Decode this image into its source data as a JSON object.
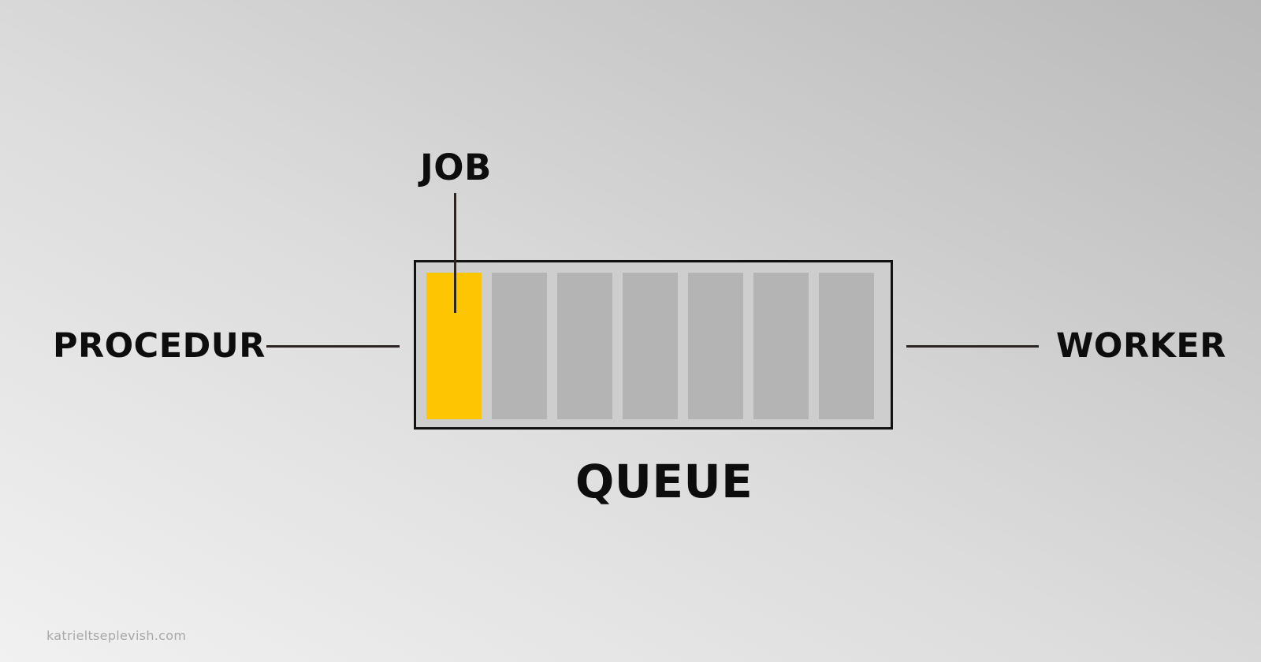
{
  "diagram": {
    "labels": {
      "job": "JOB",
      "producer": "PROCEDUR",
      "queue": "QUEUE",
      "worker": "WORKER"
    },
    "queue_slots": [
      {
        "state": "filled",
        "color": "#fec503"
      },
      {
        "state": "empty",
        "color": "#b4b4b4"
      },
      {
        "state": "empty",
        "color": "#b4b4b4"
      },
      {
        "state": "empty",
        "color": "#b4b4b4"
      },
      {
        "state": "empty",
        "color": "#b4b4b4"
      },
      {
        "state": "empty",
        "color": "#b4b4b4"
      },
      {
        "state": "empty",
        "color": "#b4b4b4"
      }
    ]
  },
  "watermark": "katrieltseplevish.com",
  "colors": {
    "accent": "#fec503",
    "slot_empty": "#b4b4b4",
    "line": "#2b2422",
    "text": "#0d0d0d"
  }
}
